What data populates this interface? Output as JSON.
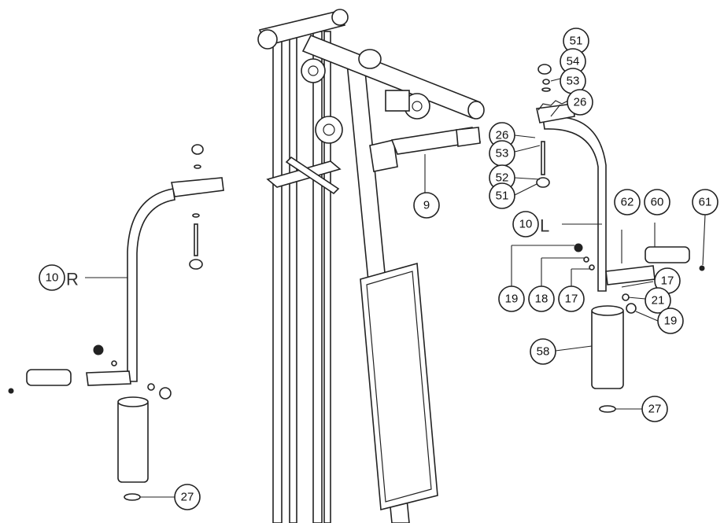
{
  "callouts": [
    {
      "id": "c51a",
      "label": "51"
    },
    {
      "id": "c54",
      "label": "54"
    },
    {
      "id": "c53a",
      "label": "53"
    },
    {
      "id": "c26a",
      "label": "26"
    },
    {
      "id": "c26b",
      "label": "26"
    },
    {
      "id": "c53b",
      "label": "53"
    },
    {
      "id": "c52",
      "label": "52"
    },
    {
      "id": "c51b",
      "label": "51"
    },
    {
      "id": "c10L",
      "label": "10",
      "suffix": "L"
    },
    {
      "id": "c62",
      "label": "62"
    },
    {
      "id": "c60",
      "label": "60"
    },
    {
      "id": "c61",
      "label": "61"
    },
    {
      "id": "c19a",
      "label": "19"
    },
    {
      "id": "c18",
      "label": "18"
    },
    {
      "id": "c17a",
      "label": "17"
    },
    {
      "id": "c17b",
      "label": "17"
    },
    {
      "id": "c21",
      "label": "21"
    },
    {
      "id": "c19b",
      "label": "19"
    },
    {
      "id": "c58",
      "label": "58"
    },
    {
      "id": "c27a",
      "label": "27"
    },
    {
      "id": "c9",
      "label": "9"
    },
    {
      "id": "c10R",
      "label": "10",
      "suffix": "R"
    },
    {
      "id": "c27b",
      "label": "27"
    }
  ]
}
